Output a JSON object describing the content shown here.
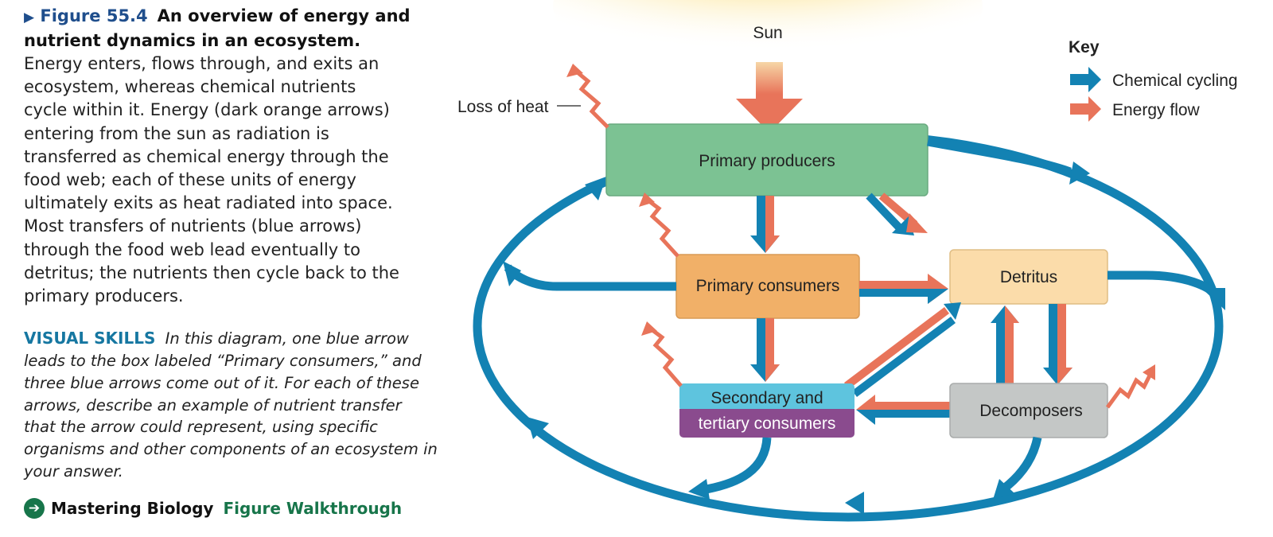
{
  "figure": {
    "number": "Figure 55.4",
    "title": "An overview of energy and nutrient dynamics in an ecosystem.",
    "body_lines": [
      "Energy enters, flows through, and exits an",
      "ecosystem, whereas chemical nutrients",
      "cycle within it. Energy (dark orange arrows)",
      "entering from the sun as radiation is",
      "transferred as chemical energy through the",
      "food web; each of these units of energy",
      "ultimately exits as heat radiated into space.",
      "Most transfers of nutrients (blue arrows)",
      "through the food web lead eventually to",
      "detritus; the nutrients then cycle back to the",
      "primary producers."
    ]
  },
  "visual_skills": {
    "label": "VISUAL SKILLS",
    "text": "In this diagram, one blue arrow leads to the box labeled “Primary consumers,” and three blue arrows come out of it. For each of these arrows, describe an example of nutrient transfer that the arrow could represent, using specific organisms and other components of an ecosystem in your answer."
  },
  "mastering": {
    "brand": "Mastering Biology",
    "link": "Figure Walkthrough"
  },
  "diagram": {
    "sun_label": "Sun",
    "heat_label": "Loss of heat",
    "boxes": {
      "primary_producers": "Primary producers",
      "primary_consumers": "Primary consumers",
      "detritus": "Detritus",
      "secondary_top": "Secondary and",
      "secondary_bottom": "tertiary consumers",
      "decomposers": "Decomposers"
    },
    "key": {
      "title": "Key",
      "chemical": "Chemical cycling",
      "energy": "Energy flow"
    },
    "colors": {
      "blue": "#1382b3",
      "orange": "#e8745a",
      "producers": "#7cc293",
      "consumers": "#f1b068",
      "detritus": "#fbdcaa",
      "secondary": "#5ec4de",
      "tertiary": "#8a4b8e",
      "decomposers": "#c4c7c6",
      "sun": "#fbe48e"
    }
  }
}
